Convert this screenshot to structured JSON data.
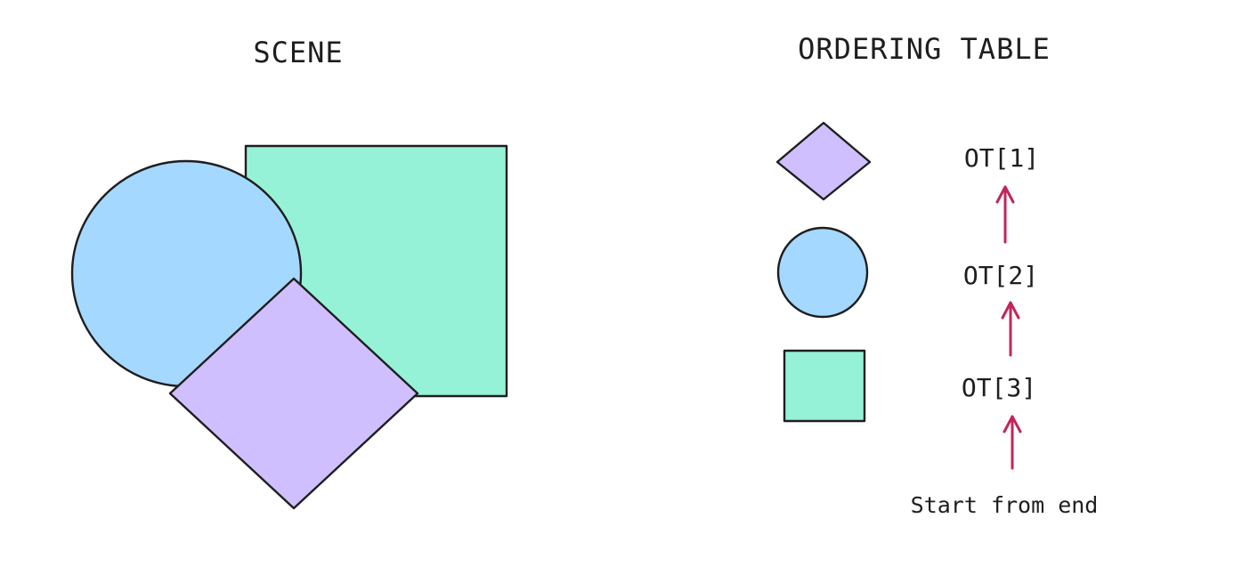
{
  "colors": {
    "stroke": "#1e1e1e",
    "circle_fill": "#a5d8ff",
    "square_fill": "#96f2d7",
    "diamond_fill": "#d0bfff",
    "arrow": "#c2255c"
  },
  "scene": {
    "title": "SCENE"
  },
  "ordering_table": {
    "title": "ORDERING TABLE",
    "entries": [
      {
        "label": "OT[1]",
        "shape": "diamond"
      },
      {
        "label": "OT[2]",
        "shape": "circle"
      },
      {
        "label": "OT[3]",
        "shape": "square"
      }
    ],
    "start_note": "Start from end"
  }
}
